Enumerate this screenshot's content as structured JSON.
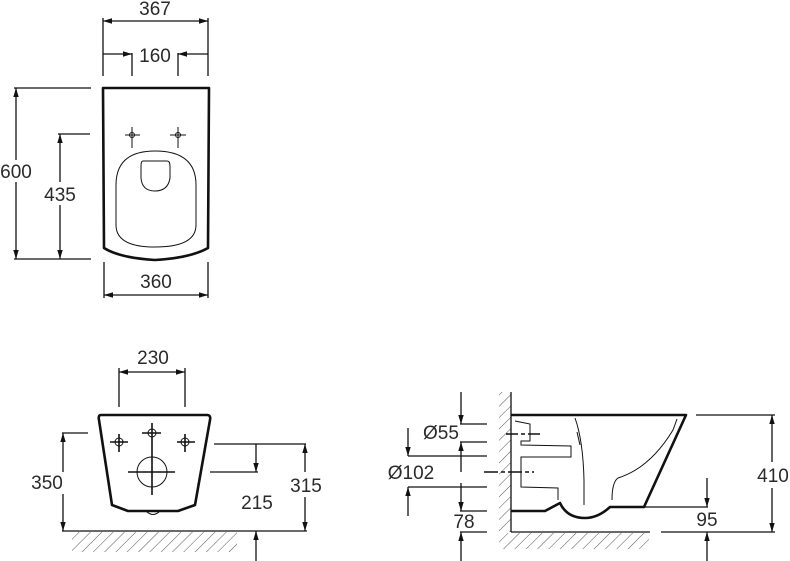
{
  "drawing": {
    "title": "Wall-hung WC technical drawing",
    "line_color": "#111111",
    "text_color": "#2a2a2a",
    "top_view": {
      "width_overall": "367",
      "seat_hole_spacing": "160",
      "length": "600",
      "fixing_to_front": "435",
      "width_front": "360"
    },
    "rear_view": {
      "bolt_spacing": "230",
      "height_fixing": "350",
      "outlet_center": "215",
      "inlet_height": "315"
    },
    "side_view": {
      "inlet_diameter": "Ø55",
      "outlet_diameter": "Ø102",
      "outlet_height": "78",
      "bowl_base": "95",
      "total_height": "410"
    }
  }
}
